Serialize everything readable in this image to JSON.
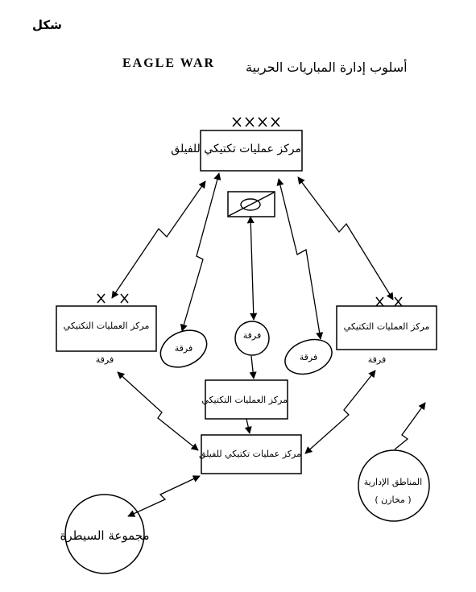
{
  "figure_label": "شكل",
  "title_arabic": "أسلوب إدارة المباريات الحربية",
  "title_english": "EAGLE WAR",
  "nodes": {
    "corps_top": "مركز عمليات تكتيكي للفيلق",
    "corps_top_symbol": "XXXX",
    "division_left": "مركز العمليات التكتيكي",
    "division_left_symbol": "XX",
    "division_left_sub": "فرقة",
    "division_right": "مركز العمليات التكتيكي",
    "division_right_symbol": "XX",
    "division_right_sub": "فرقة",
    "division_center": "مركز العمليات التكتيكي",
    "corps_bottom": "مركز عمليات تكتيكي للفيلق",
    "oval_left": "فرقة",
    "circle_center": "فرقة",
    "oval_right": "فرقة",
    "control_group": "مجموعة السيطرة",
    "admin_areas_line1": "المناطق الإدارية",
    "admin_areas_line2": "( مخازن )"
  }
}
